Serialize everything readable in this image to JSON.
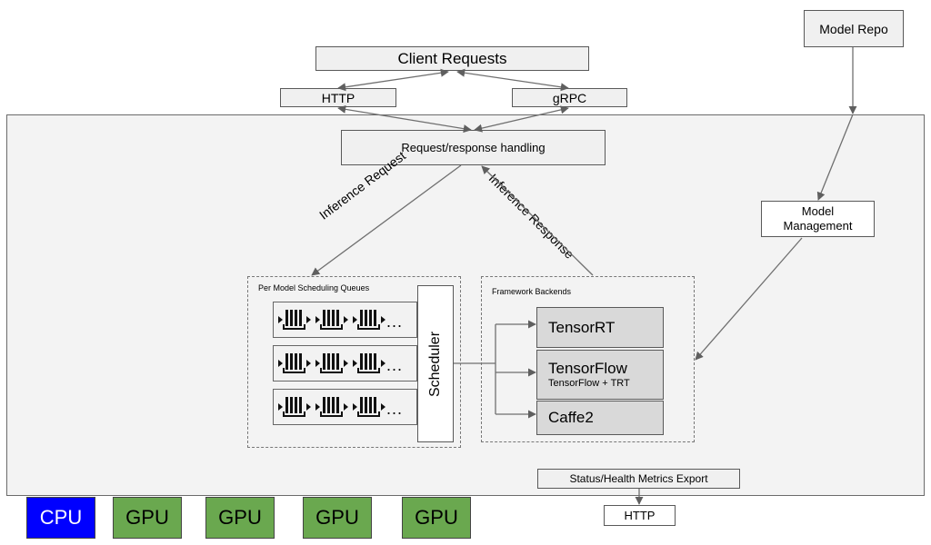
{
  "client_requests": "Client Requests",
  "http_top": "HTTP",
  "grpc": "gRPC",
  "model_repo": "Model Repo",
  "request_response_handling": "Request/response handling",
  "inference_request": "Inference Request",
  "inference_response": "Inference Response",
  "model_management": "Model\nManagement",
  "scheduling_queues_title": "Per Model Scheduling Queues",
  "scheduler": "Scheduler",
  "ellipsis": "...",
  "framework_backends_title": "Framework Backends",
  "backends": {
    "tensorrt": "TensorRT",
    "tensorflow": "TensorFlow",
    "tensorflow_sub": "TensorFlow + TRT",
    "caffe2": "Caffe2"
  },
  "status_metrics": "Status/Health Metrics Export",
  "http_bottom": "HTTP",
  "hardware": [
    {
      "label": "CPU",
      "color": "#0000ff"
    },
    {
      "label": "GPU",
      "color": "#6aa84f"
    },
    {
      "label": "GPU",
      "color": "#6aa84f"
    },
    {
      "label": "GPU",
      "color": "#6aa84f"
    },
    {
      "label": "GPU",
      "color": "#6aa84f"
    }
  ]
}
